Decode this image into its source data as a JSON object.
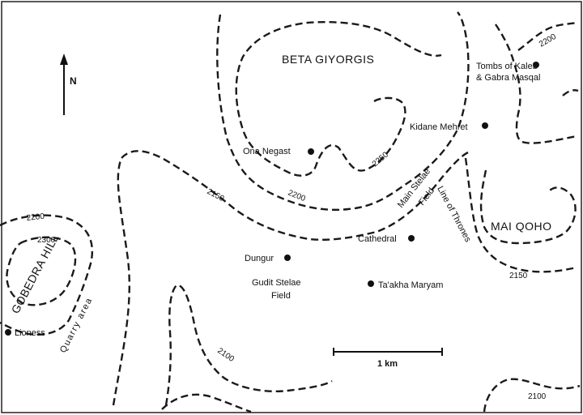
{
  "north_label": "N",
  "regions": {
    "beta_giyorgis": "BETA GIYORGIS",
    "mai_qoho": "MAI QOHO",
    "gobedra_hill": "GOBEDRA HILL"
  },
  "sites": {
    "tombs_line1": "Tombs of Kaleb",
    "tombs_line2": "& Gabra Masqal",
    "kidane_mehret": "Kidane Mehret",
    "ona_negast": "Ona Negast",
    "cathedral": "Cathedral",
    "dungur": "Dungur",
    "taakha_maryam": "Ta'akha Maryam",
    "lioness": "Lioness",
    "gudit_line1": "Gudit Stelae",
    "gudit_line2": "Field",
    "main_stelae_line1": "Main Stelae",
    "main_stelae_line2": "Field",
    "line_of_thrones": "Line of Thrones",
    "quarry_area": "Quarry area"
  },
  "contour_labels": {
    "c2200_ne": "2200",
    "c2250": "2250",
    "c2200_mid": "2200",
    "c2150_w": "2150",
    "c2150_e": "2150",
    "c2200_w": "2200",
    "c2300": "2300",
    "c2100_s": "2100",
    "c2100_se": "2100"
  },
  "scale_bar": {
    "label": "1 km"
  }
}
